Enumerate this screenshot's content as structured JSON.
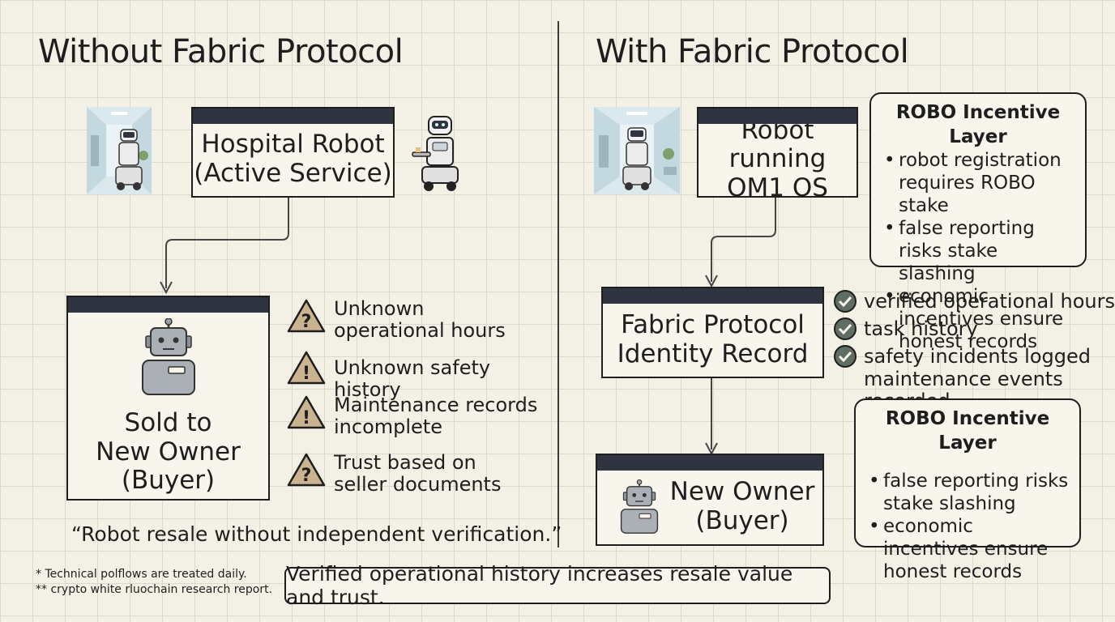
{
  "left": {
    "title": "Without Fabric Protocol",
    "robot_box": {
      "line1": "Hospital Robot",
      "line2": "(Active Service)"
    },
    "sold_box": {
      "line1": "Sold to",
      "line2": "New Owner",
      "line3": "(Buyer)"
    },
    "warnings": [
      {
        "icon": "question-warning-icon",
        "text": "Unknown operational hours"
      },
      {
        "icon": "exclamation-warning-icon",
        "text": "Unknown safety history"
      },
      {
        "icon": "exclamation-warning-icon",
        "text": "Maintenance records incomplete"
      },
      {
        "icon": "question-warning-icon",
        "text": "Trust based on seller documents"
      }
    ],
    "quote": "“Robot resale without independent verification.”"
  },
  "right": {
    "title": "With Fabric Protocol",
    "robot_box": {
      "line1": "Robot running",
      "line2": "OM1 OS"
    },
    "identity_box": {
      "line1": "Fabric Protocol",
      "line2": "Identity Record"
    },
    "owner_box": {
      "line1": "New Owner",
      "line2": "(Buyer)"
    },
    "checks": [
      "verified operational hours",
      "task history",
      "safety incidents logged",
      "maintenance events recorded"
    ],
    "incentive_top": {
      "title": "ROBO Incentive Layer",
      "items": [
        "robot registration requires ROBO stake",
        "false reporting risks stake slashing",
        "economic incentives ensure honest records"
      ]
    },
    "incentive_bottom": {
      "title": "ROBO Incentive Layer",
      "items": [
        "false reporting risks stake slashing",
        "economic incentives ensure honest records"
      ]
    }
  },
  "footnotes": [
    "* Technical polflows are treated daily.",
    "** crypto white rluochain research report."
  ],
  "banner": "Verified operational history increases resale value and trust.",
  "colors": {
    "box_header": "#2f3440",
    "check": "#5e6e62",
    "warning_fill": "#c9b48f"
  }
}
